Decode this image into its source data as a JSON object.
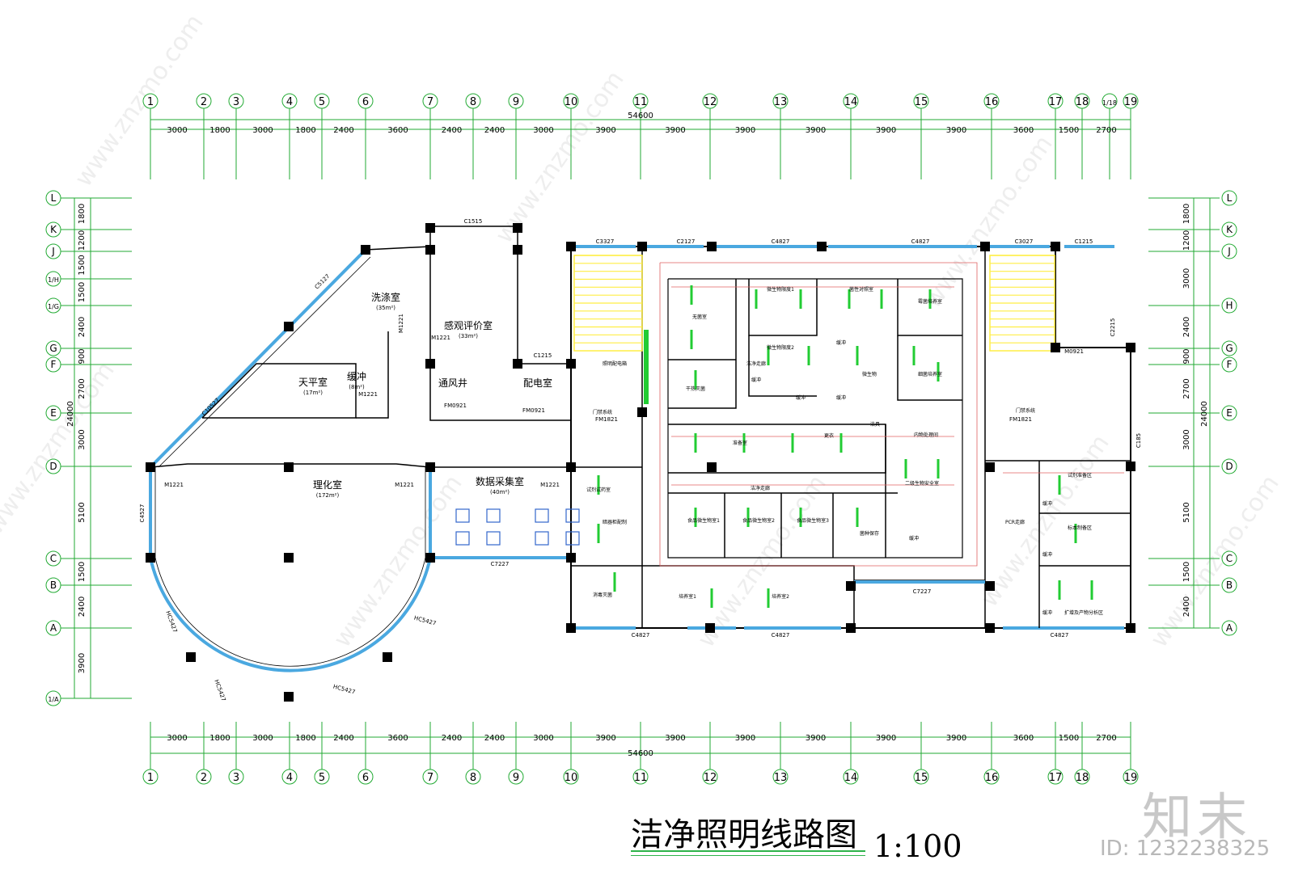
{
  "title": "洁净照明线路图",
  "scale": "1:100",
  "brand": {
    "logo": "知末",
    "id": "ID: 1232238325"
  },
  "colors": {
    "grid": "#22aa33",
    "wall_blue": "#4aa8e0",
    "column": "#000000",
    "circuit": "#e06060",
    "stair": "#ffee44",
    "light": "#22cc33"
  },
  "axes": {
    "columns": [
      "1",
      "2",
      "3",
      "4",
      "5",
      "6",
      "7",
      "8",
      "9",
      "10",
      "11",
      "12",
      "13",
      "14",
      "15",
      "16",
      "17",
      "18",
      "1/18",
      "19"
    ],
    "bottom_columns": [
      "1",
      "2",
      "3",
      "4",
      "5",
      "6",
      "7",
      "8",
      "9",
      "10",
      "11",
      "12",
      "13",
      "14",
      "15",
      "16",
      "17",
      "18",
      "19"
    ],
    "spans": [
      "3000",
      "1800",
      "3000",
      "1800",
      "2400",
      "3600",
      "2400",
      "2400",
      "3000",
      "3900",
      "3900",
      "3900",
      "3900",
      "3900",
      "3900",
      "3600",
      "1500",
      "2700"
    ],
    "total_width": "54600",
    "rows": [
      "L",
      "K",
      "J",
      "1/H",
      "H",
      "G",
      "F",
      "E",
      "D",
      "C",
      "B",
      "A",
      "1/A"
    ],
    "left_row_labels": [
      "L",
      "K",
      "J",
      "1/H",
      "1/G",
      "G",
      "F",
      "E",
      "D",
      "C",
      "B",
      "A",
      "1/A"
    ],
    "right_row_labels": [
      "L",
      "K",
      "J",
      "H",
      "G",
      "F",
      "E",
      "D",
      "C",
      "B",
      "A"
    ],
    "left_dims": [
      "1800",
      "1200",
      "1500",
      "1500",
      "2400",
      "900",
      "2700",
      "3000",
      "5100",
      "1500",
      "2400",
      "3900"
    ],
    "right_dims": [
      "1800",
      "1200",
      "3000",
      "2400",
      "900",
      "2700",
      "3000",
      "5100",
      "1500",
      "2400"
    ],
    "total_height": "24000"
  },
  "rooms": [
    {
      "name": "洗涤室",
      "area": "(35m²)"
    },
    {
      "name": "感观评价室",
      "area": "(33m²)"
    },
    {
      "name": "天平室",
      "area": "(17m²)"
    },
    {
      "name": "缓冲",
      "area": "(8m²)"
    },
    {
      "name": "理化室",
      "area": "(172m²)"
    },
    {
      "name": "数据采集室",
      "area": "(40m²)"
    },
    {
      "name": "通风井",
      "area": ""
    },
    {
      "name": "配电室",
      "area": ""
    }
  ],
  "small_labels": [
    "照明配电箱",
    "门禁系统",
    "门禁系统",
    "无菌室",
    "微生物限度1",
    "菌性对照室",
    "霉菌培养室",
    "微生物限度2",
    "缓冲",
    "缓冲",
    "洁净走廊",
    "干热灭菌",
    "缓冲",
    "缓冲",
    "微生物",
    "细菌培养室",
    "准备室",
    "更衣",
    "洁具",
    "内物处理间",
    "二级生物安全室",
    "试剂试药室",
    "暗器柜配制",
    "洁净走廊",
    "食品微生物室1",
    "食品微生物室2",
    "食品微生物室3",
    "菌种保存",
    "缓冲",
    "消毒灭菌",
    "培养室1",
    "培养室2",
    "试剂准备区",
    "缓冲",
    "标本制备区",
    "PCR走廊",
    "缓冲",
    "扩增及产物分析区",
    "缓冲"
  ],
  "door_window_labels": [
    "C1515",
    "C5127",
    "C10527",
    "M1221",
    "M1221",
    "M1221",
    "M1221",
    "M1221",
    "M1221",
    "C1215",
    "FM0921",
    "FM0921",
    "C3327",
    "C2127",
    "C4827",
    "C4827",
    "C3027",
    "C1215",
    "C2215",
    "M0921",
    "FM1821",
    "FM1821",
    "C185",
    "C4527",
    "HC5427",
    "HC5427",
    "HC5427",
    "HC5427",
    "C7227",
    "C7227",
    "C4827",
    "C4827",
    "C4827"
  ]
}
